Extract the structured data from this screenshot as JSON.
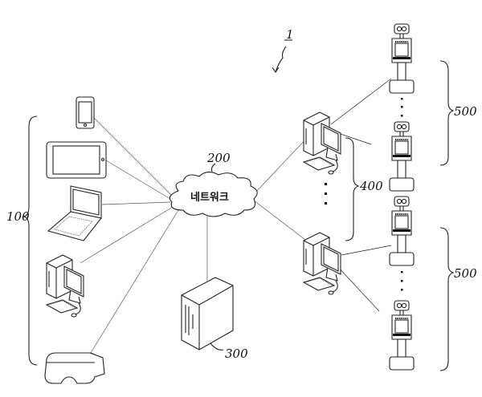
{
  "figure": {
    "system_label": "1",
    "network": {
      "ref": "200",
      "text": "네트워크"
    },
    "user_terminals_ref": "100",
    "server_ref": "300",
    "robot_control_terminals_ref": "400",
    "robot_group_refs": [
      "500",
      "500"
    ]
  }
}
